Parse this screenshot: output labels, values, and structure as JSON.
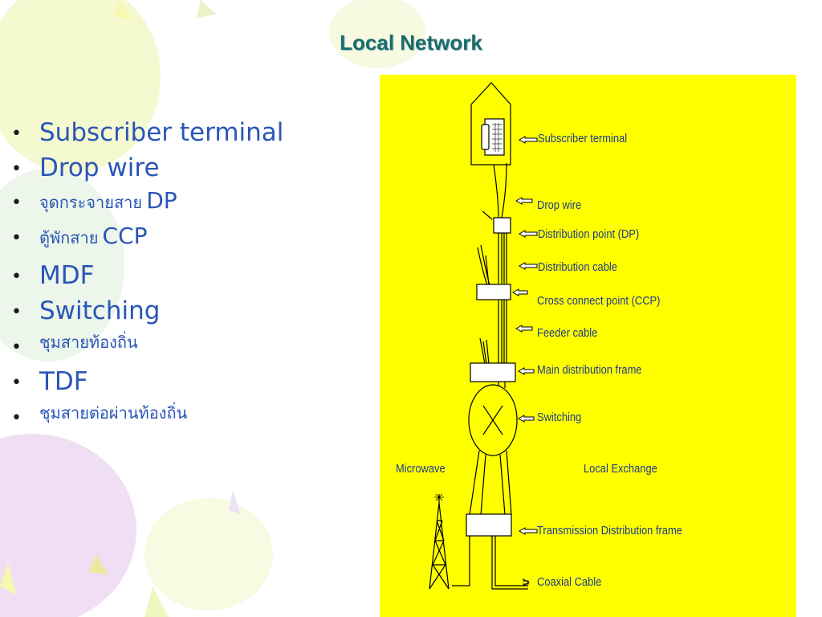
{
  "title": "Local Network",
  "bullets": [
    {
      "text": "Subscriber terminal",
      "style": "lg"
    },
    {
      "text": "Drop wire",
      "style": "lg"
    },
    {
      "prefix": "จุดกระจายสาย",
      "text": "DP",
      "style": "mix"
    },
    {
      "prefix": "ตู้พักสาย",
      "text": "CCP",
      "style": "mix"
    },
    {
      "text": "MDF",
      "style": "lg"
    },
    {
      "text": "Switching",
      "style": "lg"
    },
    {
      "text": "ชุมสายท้องถิ่น",
      "style": "th"
    },
    {
      "text": "TDF",
      "style": "lg"
    },
    {
      "text": "ชุมสายต่อผ่านท้องถิ่น",
      "style": "th"
    }
  ],
  "diagram": {
    "labels": {
      "subscriber_terminal": "Subscriber terminal",
      "drop_wire": "Drop wire",
      "distribution_point": "Distribution point (DP)",
      "distribution_cable": "Distribution cable",
      "cross_connect_point": "Cross connect point (CCP)",
      "feeder_cable": "Feeder cable",
      "main_distribution_frame": "Main distribution frame",
      "switching": "Switching",
      "microwave": "Microwave",
      "local_exchange": "Local Exchange",
      "transmission_distribution_frame": "Transmission Distribution frame",
      "coaxial_cable": "Coaxial Cable"
    }
  },
  "colors": {
    "panel": "#ffff00",
    "title": "#1a6b6b",
    "bullet_text": "#2a55b7",
    "label_text": "#1e3a8a"
  }
}
